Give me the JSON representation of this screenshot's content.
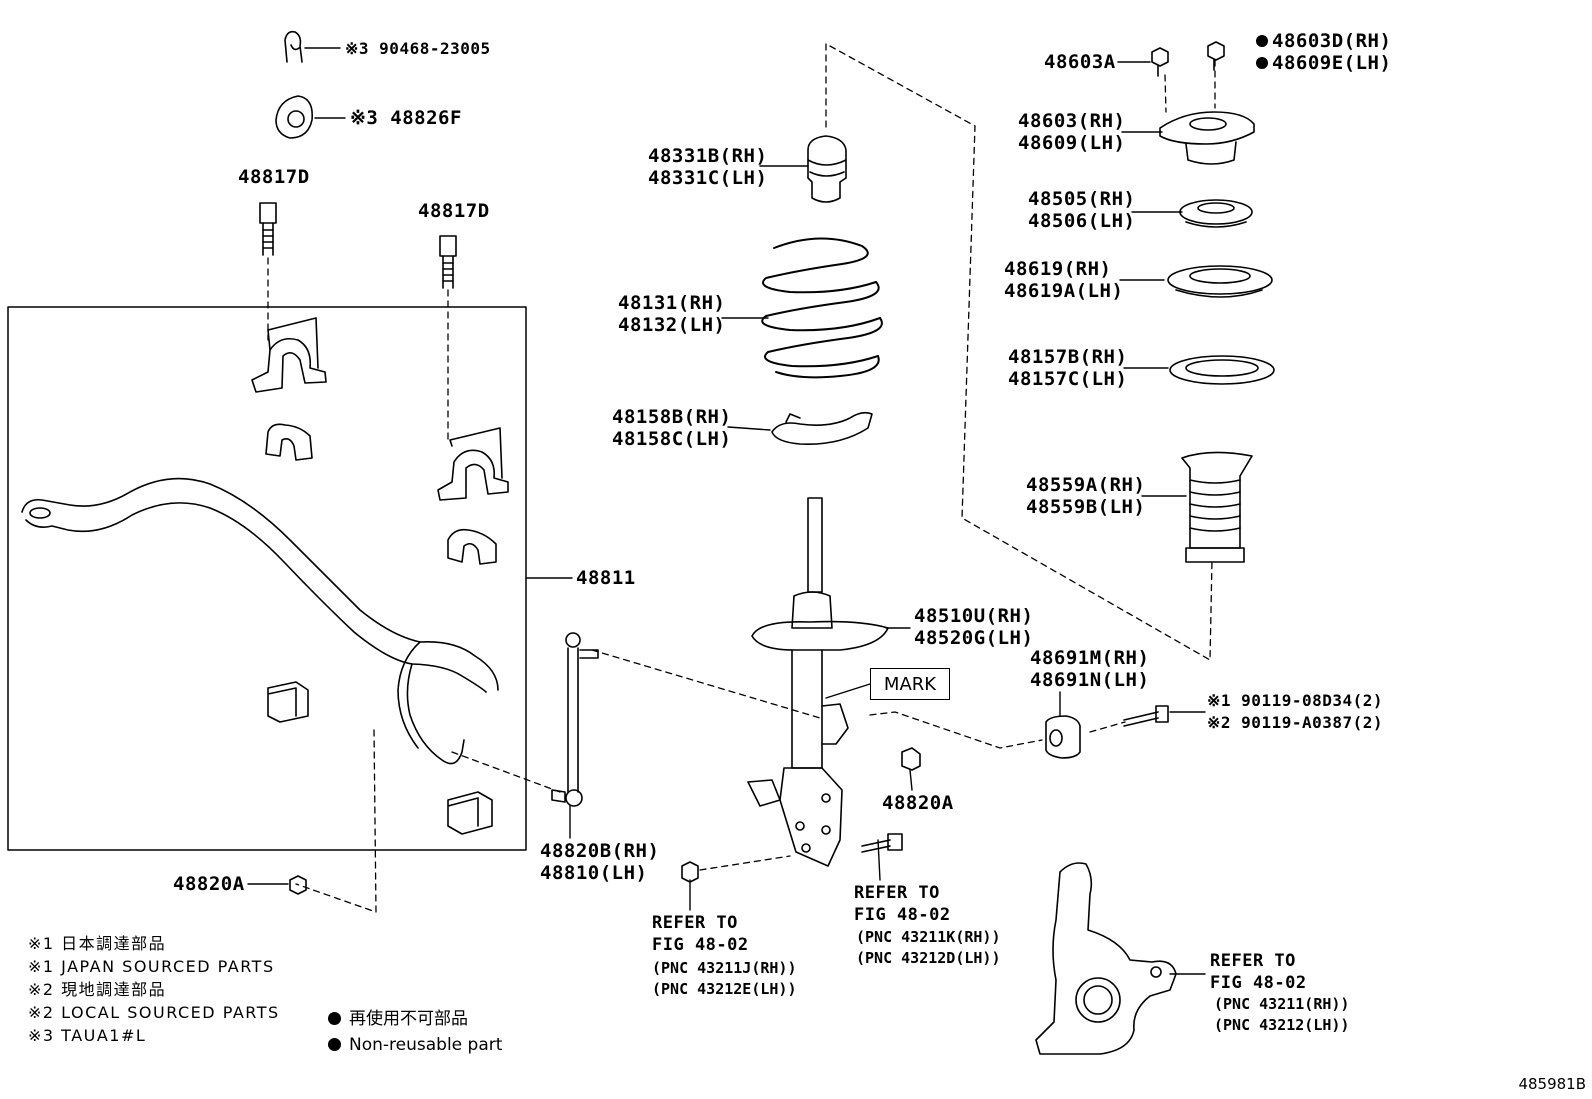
{
  "figure_id": "485981B",
  "part_labels": {
    "p90468": "※3 90468-23005",
    "p48826f": "※3 48826F",
    "p48817d_a": "48817D",
    "p48817d_b": "48817D",
    "p48811": "48811",
    "p48820a_left": "48820A",
    "p48820b": "48820B(RH)\n48810(LH)",
    "p48331": "48331B(RH)\n48331C(LH)",
    "p48131": "48131(RH)\n48132(LH)",
    "p48158": "48158B(RH)\n48158C(LH)",
    "p48510": "48510U(RH)\n48520G(LH)",
    "p48820a_right": "48820A",
    "p48603a": "48603A",
    "p48603d": "48603D(RH)\n48609E(LH)",
    "p48603": "48603(RH)\n48609(LH)",
    "p48505": "48505(RH)\n48506(LH)",
    "p48619": "48619(RH)\n48619A(LH)",
    "p48157": "48157B(RH)\n48157C(LH)",
    "p48559": "48559A(RH)\n48559B(LH)",
    "p48691": "48691M(RH)\n48691N(LH)",
    "p90119": "※1 90119-08D34(2)\n※2 90119-A0387(2)"
  },
  "mark_label": "MARK",
  "refer_notes": [
    {
      "head": "REFER TO\nFIG 48-02",
      "pnc": "(PNC 43211J(RH))\n(PNC 43212E(LH))"
    },
    {
      "head": "REFER TO\nFIG 48-02",
      "pnc": "(PNC 43211K(RH))\n(PNC 43212D(LH))"
    },
    {
      "head": "REFER TO\nFIG 48-02",
      "pnc": "(PNC 43211(RH))\n(PNC 43212(LH))"
    }
  ],
  "legend": {
    "l1": "※1 日本調達部品",
    "l2": "※1 JAPAN SOURCED PARTS",
    "l3": "※2 現地調達部品",
    "l4": "※2 LOCAL SOURCED PARTS",
    "l5": "※3 TAUA1#L"
  },
  "nonreusable": {
    "jp": "再使用不可部品",
    "en": "Non-reusable part"
  }
}
